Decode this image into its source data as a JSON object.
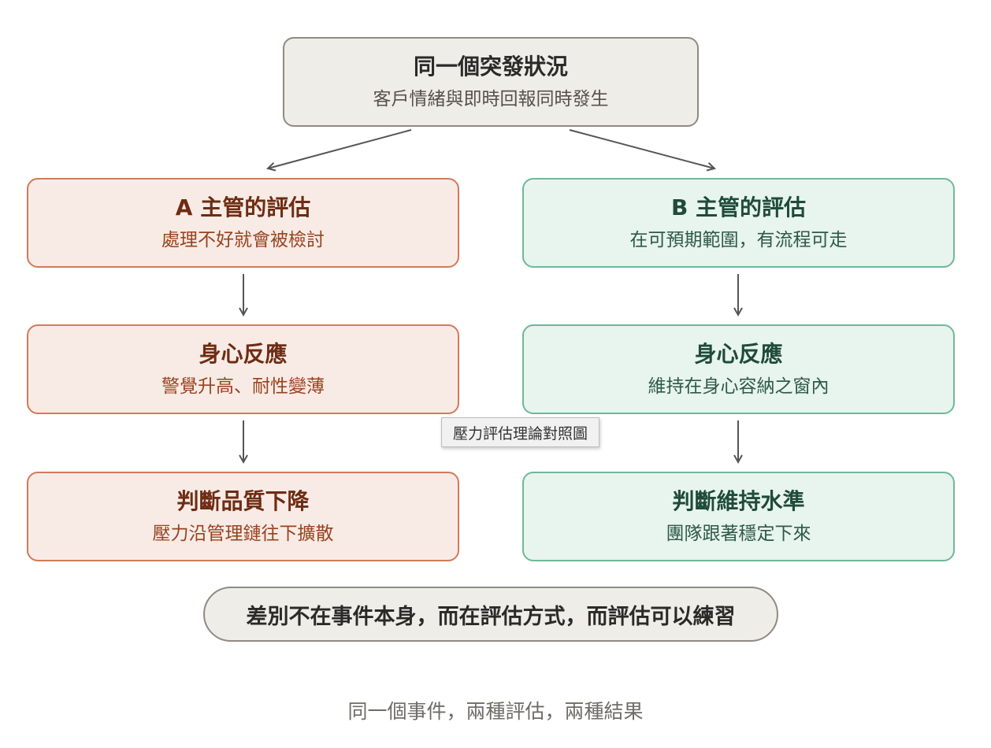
{
  "top": {
    "title": "同一個突發狀況",
    "subtitle": "客戶情緒與即時回報同時發生"
  },
  "left_column": {
    "appraisal": {
      "title": "A 主管的評估",
      "subtitle": "處理不好就會被檢討"
    },
    "reaction": {
      "title": "身心反應",
      "subtitle": "警覺升高、耐性變薄"
    },
    "outcome": {
      "title": "判斷品質下降",
      "subtitle": "壓力沿管理鏈往下擴散"
    }
  },
  "right_column": {
    "appraisal": {
      "title": "B 主管的評估",
      "subtitle": "在可預期範圍，有流程可走"
    },
    "reaction": {
      "title": "身心反應",
      "subtitle": "維持在身心容納之窗內"
    },
    "outcome": {
      "title": "判斷維持水準",
      "subtitle": "團隊跟著穩定下來"
    }
  },
  "conclusion": "差別不在事件本身，而在評估方式，而評估可以練習",
  "tooltip": "壓力評估理論對照圖",
  "caption": "同一個事件，兩種評估，兩種結果",
  "colors": {
    "neutral_fill": "#efede8",
    "neutral_border": "#8f8b84",
    "warm_fill": "#f8ebe5",
    "warm_border": "#d17a5a",
    "cool_fill": "#e8f4ee",
    "cool_border": "#6fb898",
    "arrow": "#555555"
  }
}
